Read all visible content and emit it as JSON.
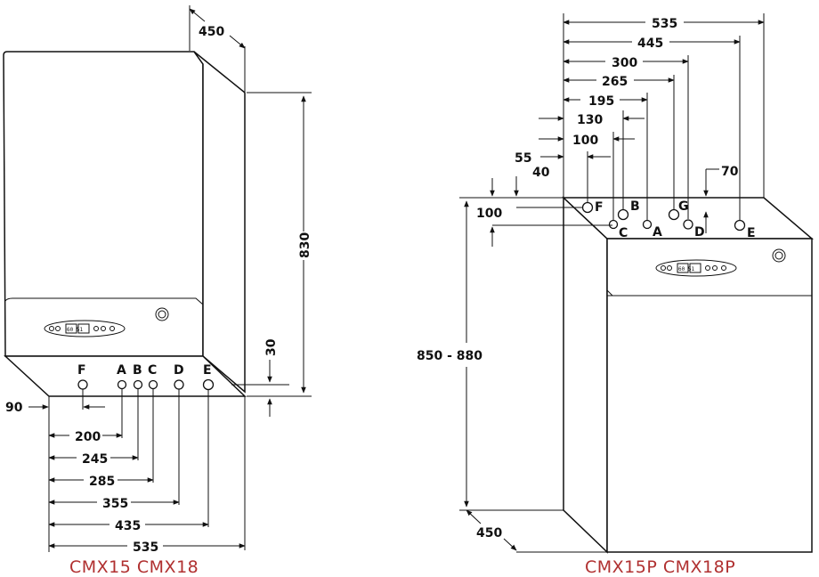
{
  "left_unit": {
    "model_label": "CMX15  CMX18",
    "depth_top": "450",
    "height": "830",
    "bottom_offset": "30",
    "side_offset": "90",
    "connections": [
      "F",
      "A",
      "B",
      "C",
      "D",
      "E"
    ],
    "horizontal_dims": [
      "200",
      "245",
      "285",
      "355",
      "435",
      "535"
    ],
    "display": "60 51"
  },
  "right_unit": {
    "model_label": "CMX15P  CMX18P",
    "top_dims": [
      "535",
      "445",
      "300",
      "265",
      "195",
      "130",
      "100",
      "55"
    ],
    "offset_40": "40",
    "offset_70": "70",
    "depth_100": "100",
    "height_range": "850 - 880",
    "depth_bottom": "450",
    "connections": [
      "F",
      "B",
      "G",
      "C",
      "A",
      "D",
      "E"
    ],
    "display": "60 51"
  },
  "colors": {
    "model_label": "#b03030",
    "line": "#111111"
  }
}
